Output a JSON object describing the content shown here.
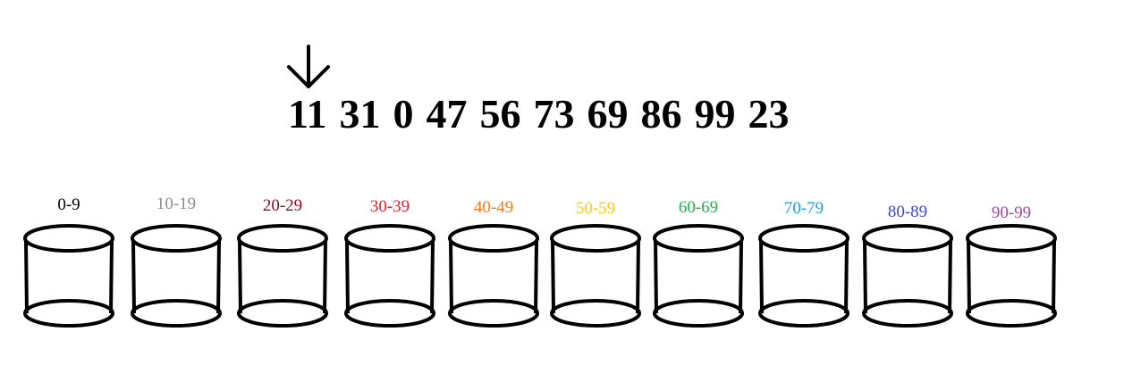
{
  "sequence": [
    "11",
    "31",
    "0",
    "47",
    "56",
    "73",
    "69",
    "86",
    "99",
    "23"
  ],
  "pointer": {
    "icon": "down-arrow-icon",
    "points_to_index": 0
  },
  "buckets": [
    {
      "label": "0-9",
      "color": "#000000"
    },
    {
      "label": "10-19",
      "color": "#8c8c8c"
    },
    {
      "label": "20-29",
      "color": "#8b0a1a"
    },
    {
      "label": "30-39",
      "color": "#e0202c"
    },
    {
      "label": "40-49",
      "color": "#f47b20"
    },
    {
      "label": "50-59",
      "color": "#ffc90e"
    },
    {
      "label": "60-69",
      "color": "#22b14c"
    },
    {
      "label": "70-79",
      "color": "#1aa3e0"
    },
    {
      "label": "80-89",
      "color": "#3f48cc"
    },
    {
      "label": "90-99",
      "color": "#a349a4"
    }
  ]
}
